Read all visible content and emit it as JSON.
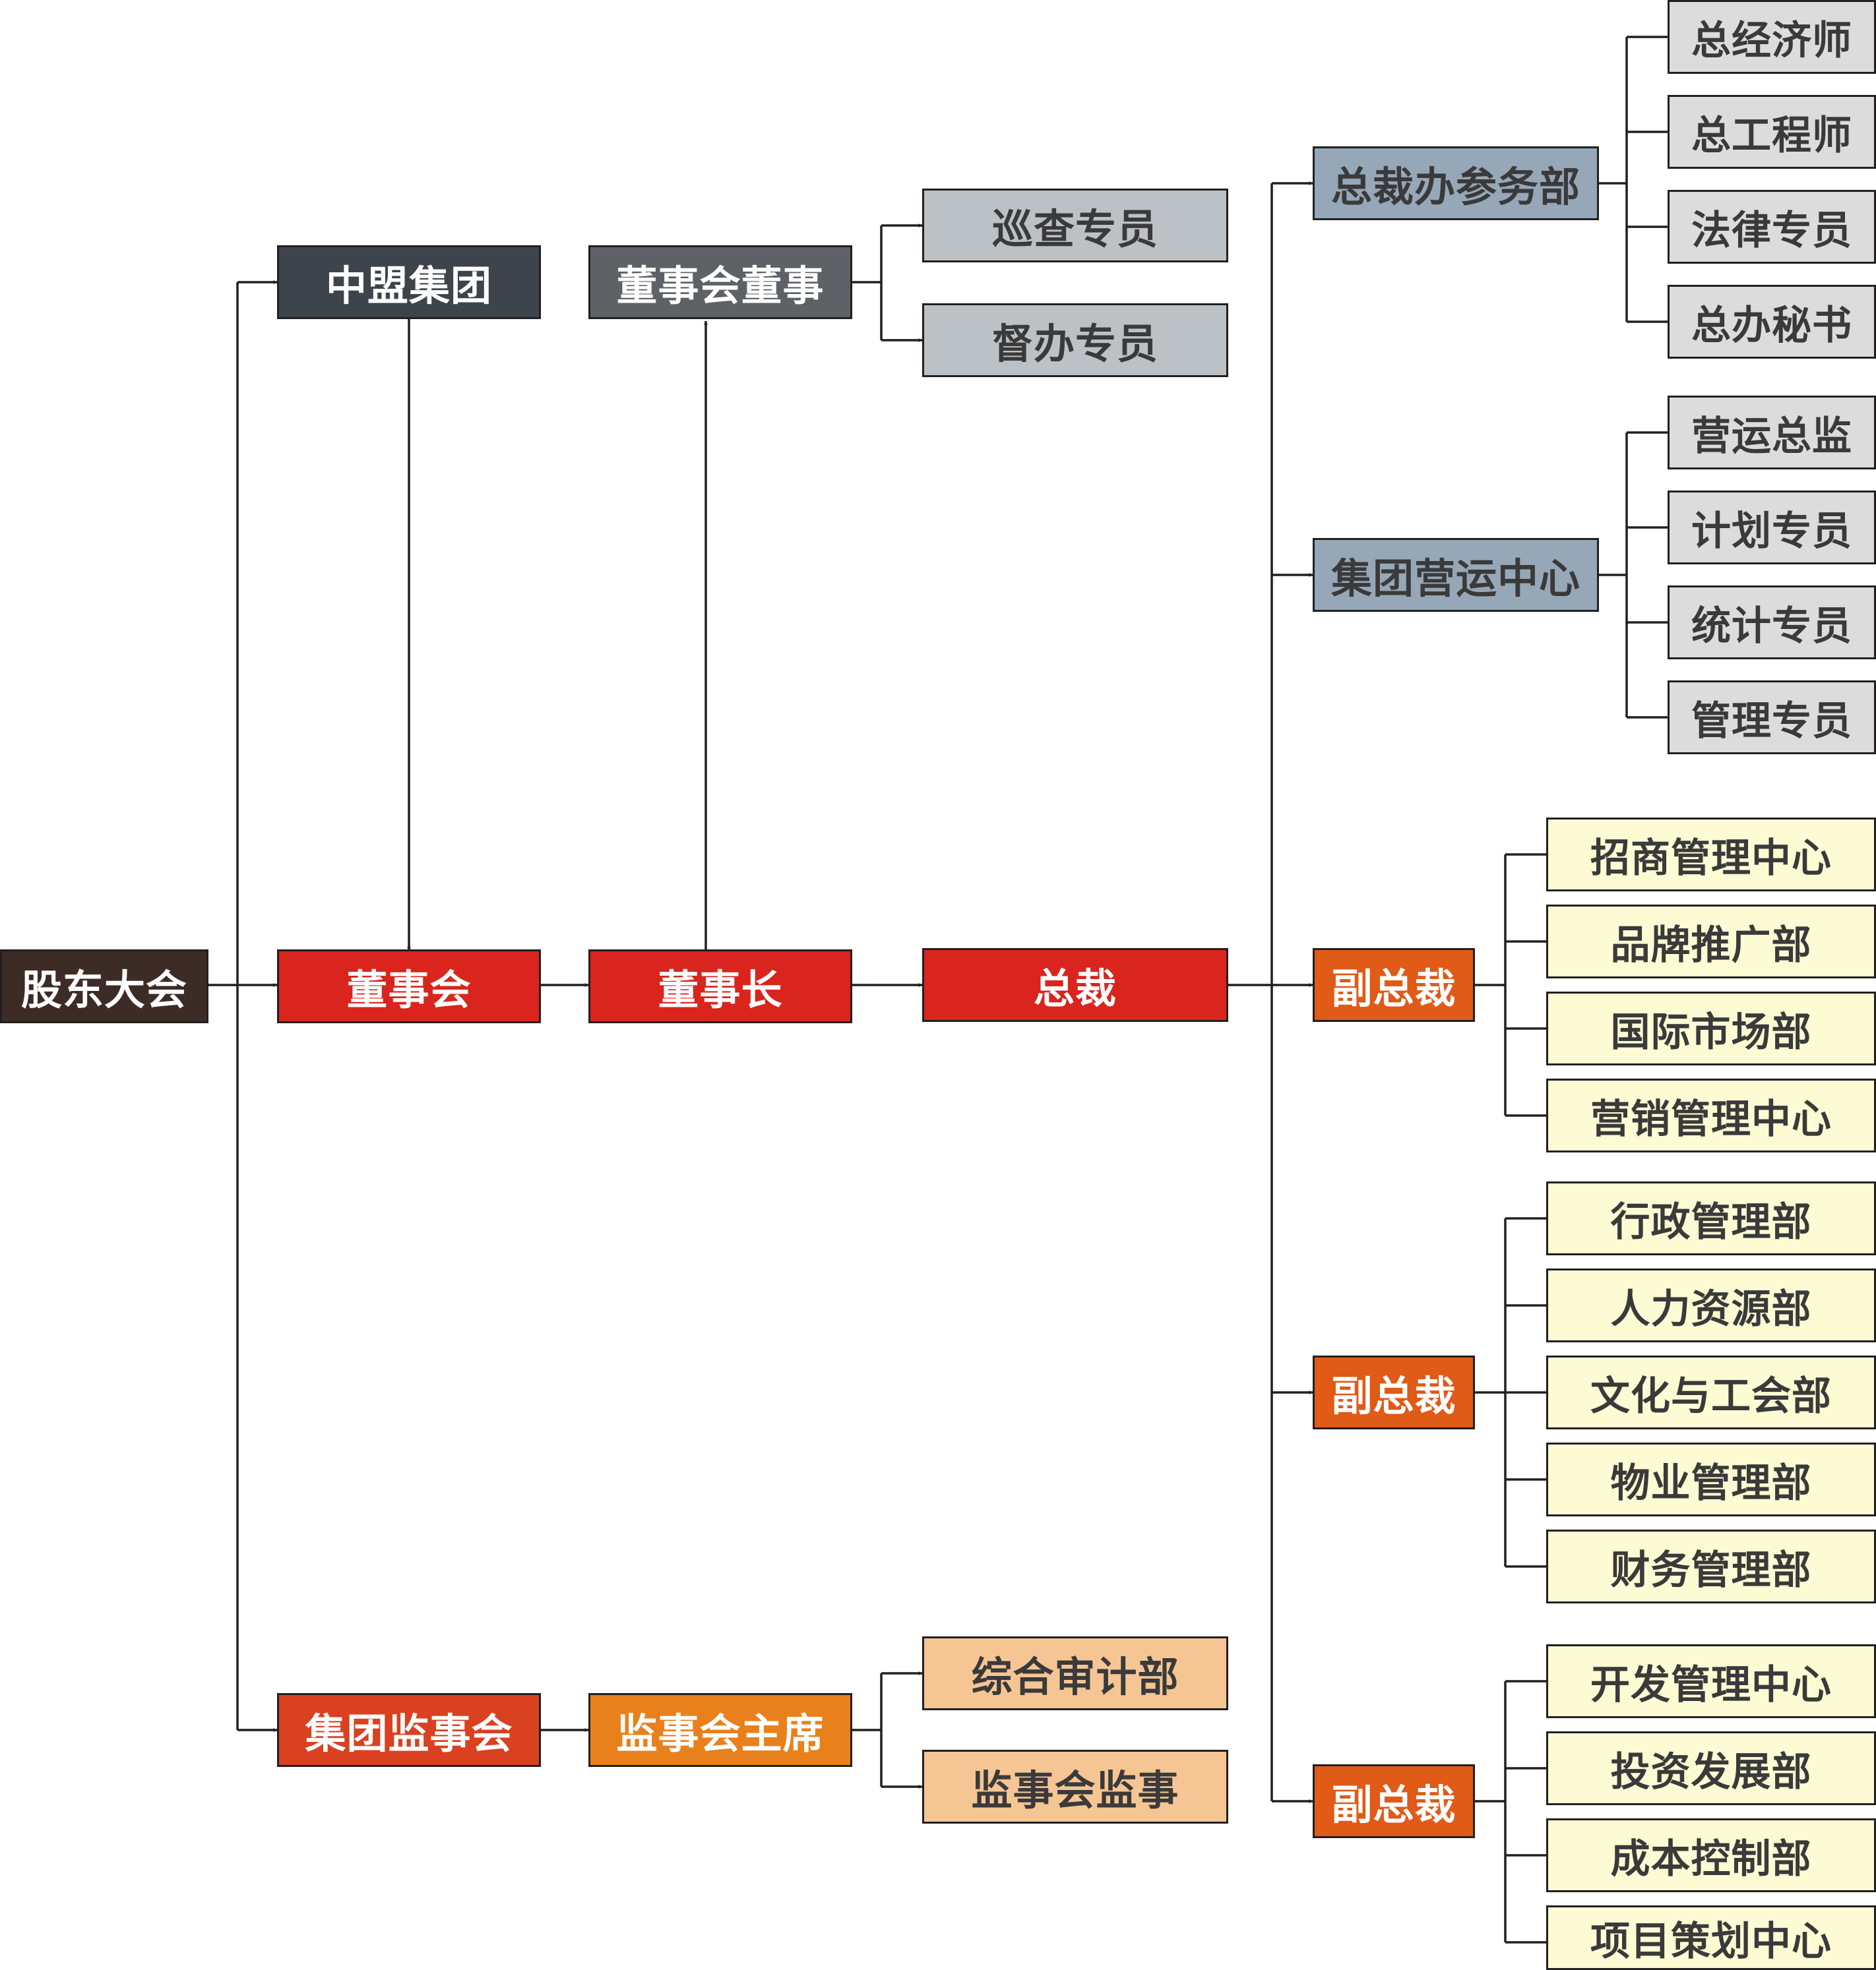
{
  "colors": {
    "root": "#3d2c26",
    "group": "#3e444c",
    "board": "#5e6166",
    "red": "#d9251d",
    "supervisory": "#d94120",
    "orange": "#e8811b",
    "vp": "#e05a18",
    "staff": "#bcc1c6",
    "peach": "#f5c594",
    "dept_blue": "#96a7b7",
    "grey": "#dcdcdc",
    "cream": "#fdfbd4",
    "line": "#231f20"
  },
  "nodes": {
    "shareholders": "股东大会",
    "zhongmeng_group": "中盟集团",
    "board": "董事会",
    "board_directors": "董事会董事",
    "chairman": "董事长",
    "president": "总裁",
    "patrol_commissioner": "巡查专员",
    "supervision_commissioner": "督办专员",
    "supervisory_board": "集团监事会",
    "supervisory_chair": "监事会主席",
    "audit_dept": "综合审计部",
    "supervisors": "监事会监事",
    "office_dept": "总裁办参务部",
    "operations_center": "集团营运中心",
    "vp1": "副总裁",
    "vp2": "副总裁",
    "vp3": "副总裁",
    "office_staff": [
      "总经济师",
      "总工程师",
      "法律专员",
      "总办秘书"
    ],
    "operations_staff": [
      "营运总监",
      "计划专员",
      "统计专员",
      "管理专员"
    ],
    "vp1_depts": [
      "招商管理中心",
      "品牌推广部",
      "国际市场部",
      "营销管理中心"
    ],
    "vp2_depts": [
      "行政管理部",
      "人力资源部",
      "文化与工会部",
      "物业管理部",
      "财务管理部"
    ],
    "vp3_depts": [
      "开发管理中心",
      "投资发展部",
      "成本控制部",
      "项目策划中心"
    ]
  }
}
